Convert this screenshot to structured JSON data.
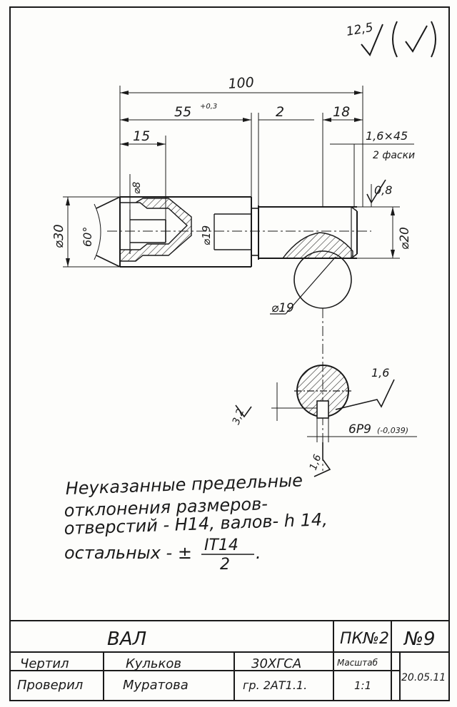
{
  "roughness": {
    "general": "12,5",
    "d20_surface": "0,8",
    "keyway_side": "1,6",
    "keyway_bottom": "3,2",
    "keyway_wall": "1,6"
  },
  "dimensions": {
    "overall_length": "100",
    "length_55": "55",
    "length_55_tol": "+0,3",
    "groove": "2",
    "length_18": "18",
    "length_15": "15",
    "chamfer": "1,6×45",
    "chamfer_note": "2 фаски",
    "hole_dia": "⌀8",
    "outer_dia": "⌀30",
    "cone_angle": "60°",
    "neck_dia": "⌀19",
    "shaft_dia": "⌀20",
    "section_dia": "⌀19",
    "keyway": "6P9",
    "keyway_tol": "(-0,039)"
  },
  "notes": {
    "line1": "Неуказанные предельные",
    "line2": "отклонения размеров-",
    "line3": "отверстий - H14, валов- h 14,",
    "line4_prefix": "остальных - ±",
    "frac_num": "IT14",
    "frac_den": "2",
    "line4_suffix": "."
  },
  "titleblock": {
    "name": "ВАЛ",
    "code": "ПК№2",
    "number": "№9",
    "drawn_label": "Чертил",
    "drawn_name": "Кульков",
    "checked_label": "Проверил",
    "checked_name": "Муратова",
    "material": "30ХГСА",
    "group": "гр. 2АТ1.1.",
    "scale_label": "Масштаб",
    "scale": "1:1",
    "date": "20.05.11"
  }
}
